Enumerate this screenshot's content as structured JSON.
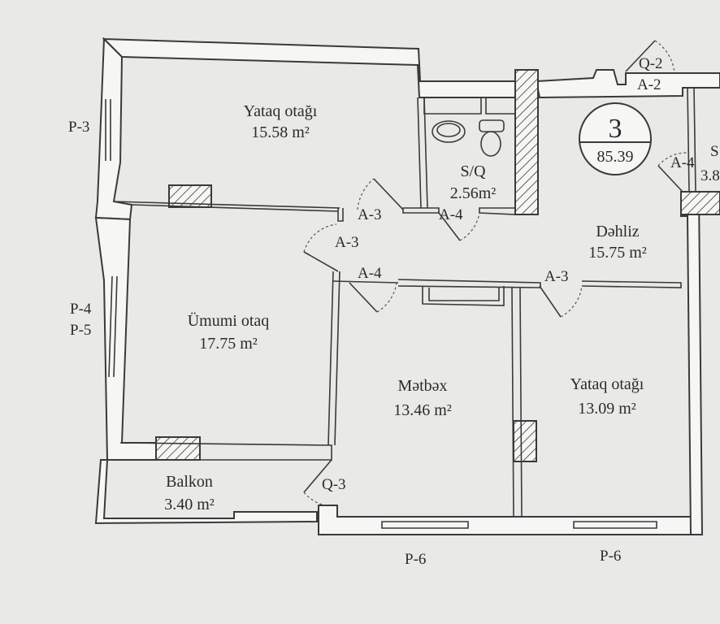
{
  "apartment": {
    "number": "3",
    "total_area": "85.39"
  },
  "rooms": {
    "bedroom1": {
      "name": "Yataq otağı",
      "area": "15.58 m²"
    },
    "bathroom": {
      "name": "S/Q",
      "area": "2.56m²"
    },
    "hall": {
      "name": "Dəhliz",
      "area": "15.75 m²"
    },
    "living": {
      "name": "Ümumi otaq",
      "area": "17.75 m²"
    },
    "kitchen": {
      "name": "Mətbəx",
      "area": "13.46 m²"
    },
    "bedroom2": {
      "name": "Yataq otağı",
      "area": "13.09 m²"
    },
    "balcony": {
      "name": "Balkon",
      "area": "3.40 m²"
    }
  },
  "codes": {
    "p3": "P-3",
    "p4": "P-4",
    "p5": "P-5",
    "p6a": "P-6",
    "p6b": "P-6",
    "q2": "Q-2",
    "a2": "A-2",
    "a4_entry": "A-4",
    "side_s": "S",
    "side_num": "3.8",
    "a3_bed1": "A-3",
    "a4_bath": "A-4",
    "a3_living": "A-3",
    "a4_kitchen": "A-4",
    "a3_bed2": "A-3",
    "q3": "Q-3"
  },
  "colors": {
    "paper": "#e9e9e7",
    "line": "#3a3a3a"
  }
}
